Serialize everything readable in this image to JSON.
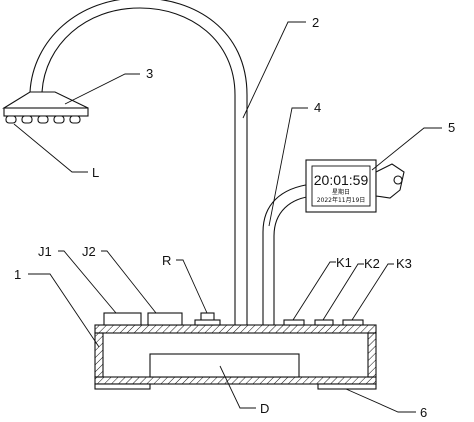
{
  "labels": {
    "arm_lamp": "2",
    "lamp_head": "3",
    "light_sources": "L",
    "arm_clock": "4",
    "clock_unit": "5",
    "base_body": "1",
    "bottom_plate": "6",
    "circuit_board": "D",
    "jack_1": "J1",
    "jack_2": "J2",
    "resistor": "R",
    "key_1": "K1",
    "key_2": "K2",
    "key_3": "K3"
  },
  "clock": {
    "time": "20:01:59",
    "weekday": "星期日",
    "date": "2022年11月19日"
  }
}
